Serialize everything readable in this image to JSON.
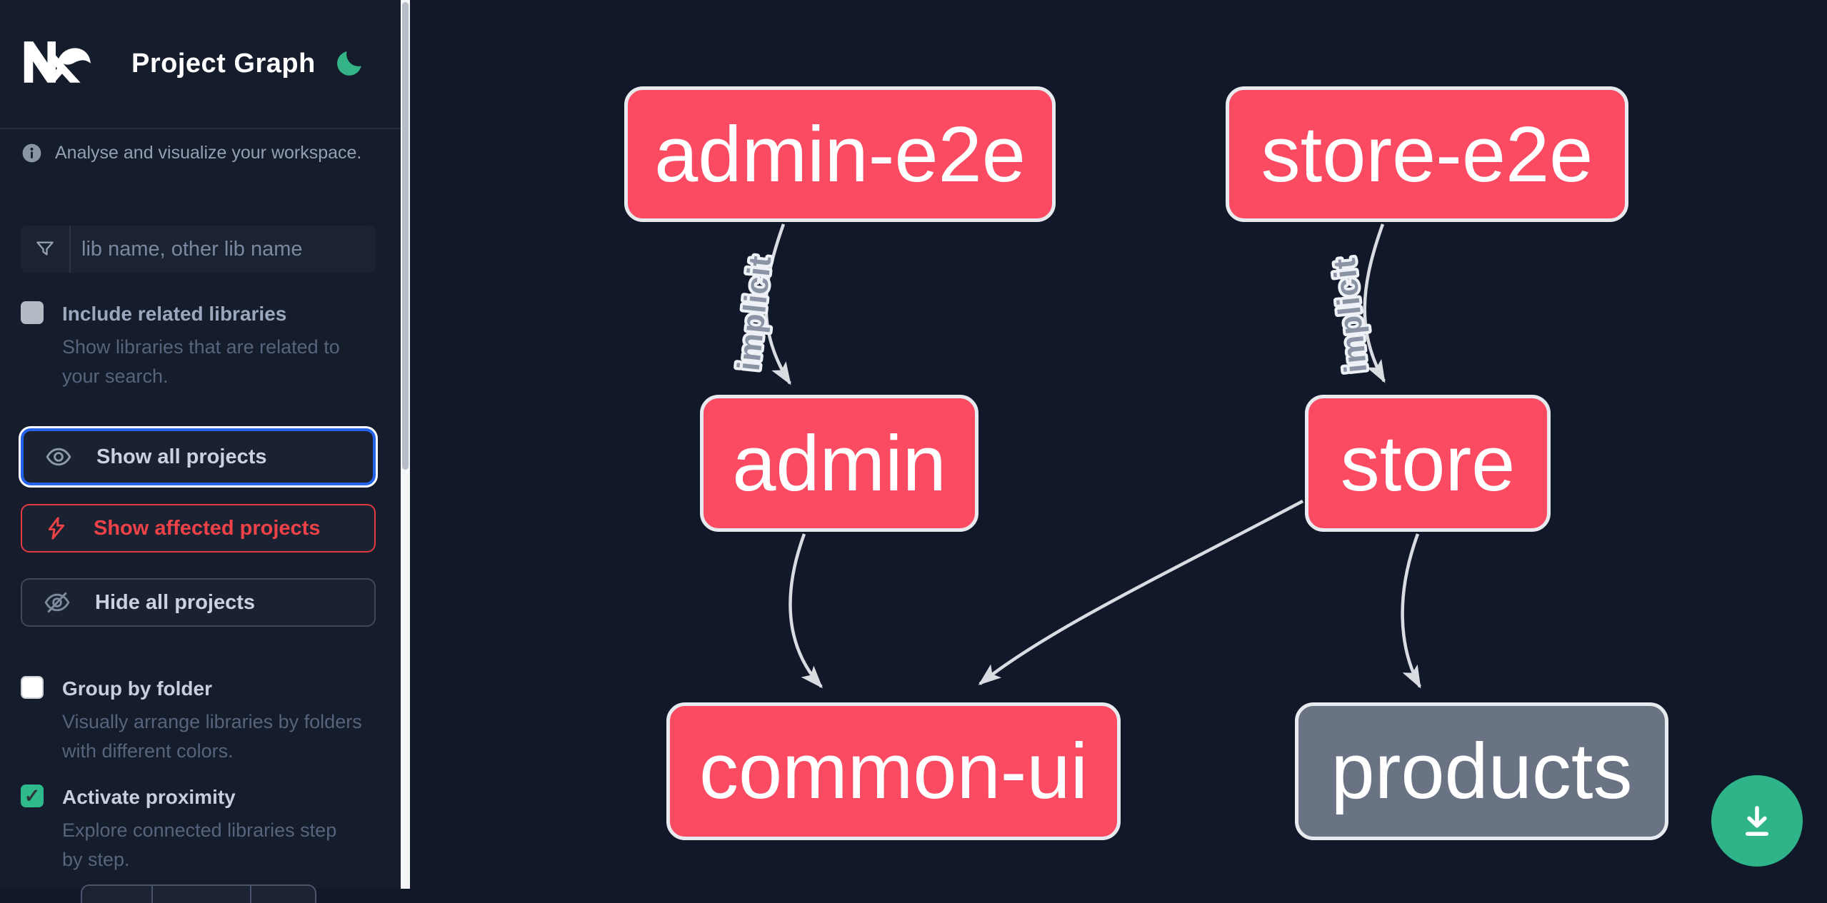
{
  "header": {
    "title": "Project Graph",
    "logo": "Nx",
    "theme_toggle_icon": "moon-icon"
  },
  "sidebar": {
    "tagline": "Analyse and visualize your workspace.",
    "search": {
      "placeholder": "lib name, other lib name",
      "icon": "funnel-icon"
    },
    "include_related": {
      "label": "Include related libraries",
      "description": "Show libraries that are related to your search.",
      "checked": false
    },
    "actions": {
      "show_all": {
        "label": "Show all projects",
        "icon": "eye-icon",
        "state": "focused"
      },
      "show_affected": {
        "label": "Show affected projects",
        "icon": "bolt-icon",
        "accent": "#ee4248"
      },
      "hide_all": {
        "label": "Hide all projects",
        "icon": "eye-off-icon"
      }
    },
    "group_by_folder": {
      "label": "Group by folder",
      "description": "Visually arrange libraries by folders with different colors.",
      "checked": false
    },
    "activate_proximity": {
      "label": "Activate proximity",
      "description": "Explore connected libraries step by step.",
      "checked": true,
      "checkmark": "✓"
    }
  },
  "graph": {
    "nodes": [
      {
        "id": "admin-e2e",
        "label": "admin-e2e",
        "color": "pink"
      },
      {
        "id": "store-e2e",
        "label": "store-e2e",
        "color": "pink"
      },
      {
        "id": "admin",
        "label": "admin",
        "color": "pink"
      },
      {
        "id": "store",
        "label": "store",
        "color": "pink"
      },
      {
        "id": "common-ui",
        "label": "common-ui",
        "color": "pink"
      },
      {
        "id": "products",
        "label": "products",
        "color": "gray"
      }
    ],
    "edges": [
      {
        "from": "admin-e2e",
        "to": "admin",
        "label": "implicit"
      },
      {
        "from": "store-e2e",
        "to": "store",
        "label": "implicit"
      },
      {
        "from": "admin",
        "to": "common-ui",
        "label": ""
      },
      {
        "from": "store",
        "to": "common-ui",
        "label": ""
      },
      {
        "from": "store",
        "to": "products",
        "label": ""
      }
    ]
  },
  "download": {
    "icon": "download-icon"
  },
  "colors": {
    "background_graph": "#11182a",
    "background_sidebar": "#151c2c",
    "node_pink": "#fb4b63",
    "node_gray": "#6a7384",
    "node_border": "#e7eaee",
    "edge": "#d9dce1",
    "accent_blue": "#2563eb",
    "accent_red": "#ee4248",
    "accent_green": "#2eb488"
  }
}
